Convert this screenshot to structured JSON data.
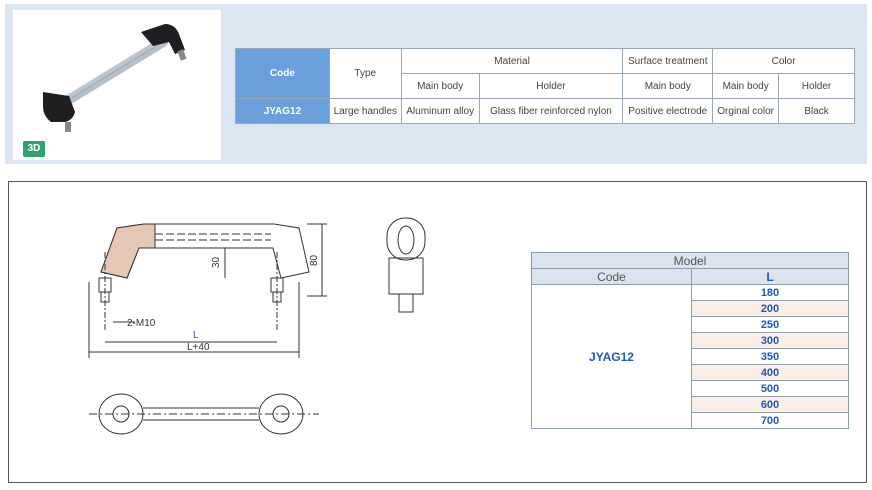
{
  "badge": "3D",
  "spec_table": {
    "code_header": "Code",
    "type_header": "Type",
    "material_header": "Material",
    "surface_header": "Surface treatment",
    "color_header": "Color",
    "material_main": "Main body",
    "material_holder": "Holder",
    "surface_main": "Main body",
    "color_main": "Main body",
    "color_holder": "Holder",
    "code": "JYAG12",
    "type": "Large handles",
    "material_main_value": "Aluminum alloy",
    "material_holder_value": "Glass fiber reinforced nylon",
    "surface_value": "Positive electrode",
    "color_main_value": "Orginal color",
    "color_holder_value": "Black"
  },
  "drawing": {
    "label_thread": "2-M10",
    "label_L": "L",
    "label_L40": "L+40",
    "label_30": "30",
    "label_80": "80"
  },
  "model_table": {
    "title": "Model",
    "code_header": "Code",
    "l_header": "L",
    "code": "JYAG12",
    "l_values": [
      "180",
      "200",
      "250",
      "300",
      "350",
      "400",
      "500",
      "600",
      "700"
    ]
  },
  "colors": {
    "header_blue": "#6a9fdc",
    "value_blue": "#2358b8",
    "panel_bg": "#dce6f3",
    "badge_green": "#2ea36b"
  }
}
